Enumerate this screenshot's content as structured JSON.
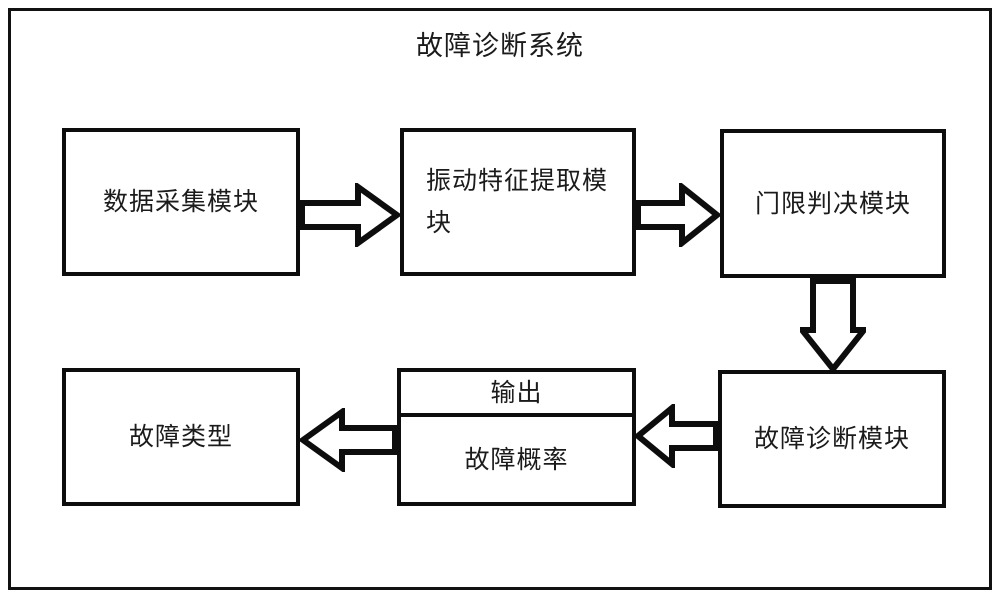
{
  "diagram": {
    "title": "故障诊断系统",
    "nodes": {
      "data_acquisition": {
        "label": "数据采集模块"
      },
      "feature_extraction": {
        "label": "振动特征提取模块"
      },
      "threshold_decision": {
        "label": "门限判决模块"
      },
      "fault_diagnosis": {
        "label": "故障诊断模块"
      },
      "output_block": {
        "header_label": "输出",
        "body_label": "故障概率"
      },
      "fault_type": {
        "label": "故障类型"
      }
    },
    "arrows": [
      {
        "name": "arrow-acq-to-feat",
        "direction": "right",
        "from": "data_acquisition",
        "to": "feature_extraction"
      },
      {
        "name": "arrow-feat-to-thr",
        "direction": "right",
        "from": "feature_extraction",
        "to": "threshold_decision"
      },
      {
        "name": "arrow-thr-to-diag",
        "direction": "down",
        "from": "threshold_decision",
        "to": "fault_diagnosis"
      },
      {
        "name": "arrow-diag-to-out",
        "direction": "left",
        "from": "fault_diagnosis",
        "to": "output_block"
      },
      {
        "name": "arrow-out-to-type",
        "direction": "left",
        "from": "output_block",
        "to": "fault_type"
      }
    ],
    "colors": {
      "background": "#ffffff",
      "stroke": "#0d0d0d",
      "text": "#1b1b1b",
      "frame": "#111111"
    }
  }
}
